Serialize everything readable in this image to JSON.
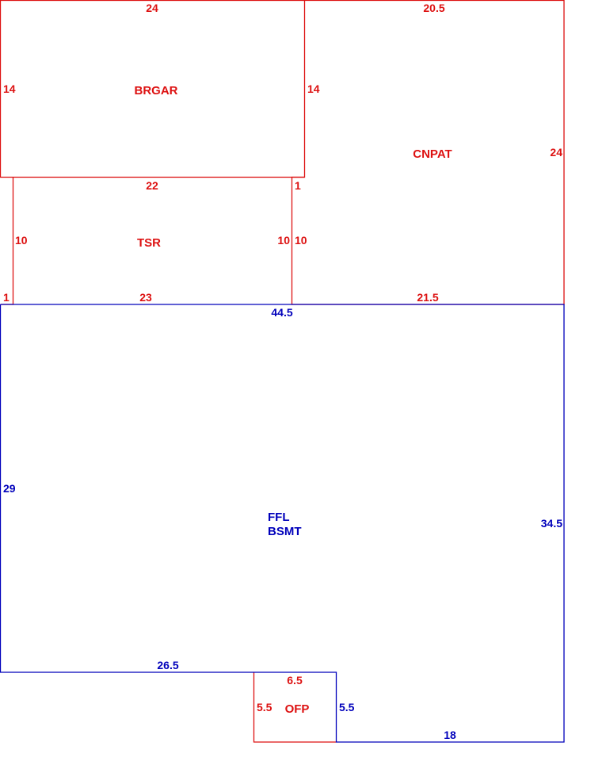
{
  "colors": {
    "red": "#dd1111",
    "blue": "#0000bb"
  },
  "areas": {
    "brgar": {
      "name": "BRGAR",
      "dim_top": "24",
      "dim_left": "14",
      "dim_right": "14"
    },
    "cnpat": {
      "name": "CNPAT",
      "dim_top": "20.5",
      "dim_right": "24",
      "dim_bottom": "21.5",
      "dim_step": "1",
      "dim_left": "10"
    },
    "tsr": {
      "name": "TSR",
      "dim_top": "22",
      "dim_left": "10",
      "dim_right": "10",
      "dim_bottom": "23",
      "dim_step": "1"
    },
    "ffl_bsmt": {
      "name_line1": "FFL",
      "name_line2": "BSMT",
      "dim_top": "44.5",
      "dim_left": "29",
      "dim_right": "34.5",
      "dim_bottom_left": "26.5",
      "dim_notch": "5.5",
      "dim_bottom_right": "18"
    },
    "ofp": {
      "name": "OFP",
      "dim_top": "6.5",
      "dim_left": "5.5"
    }
  }
}
